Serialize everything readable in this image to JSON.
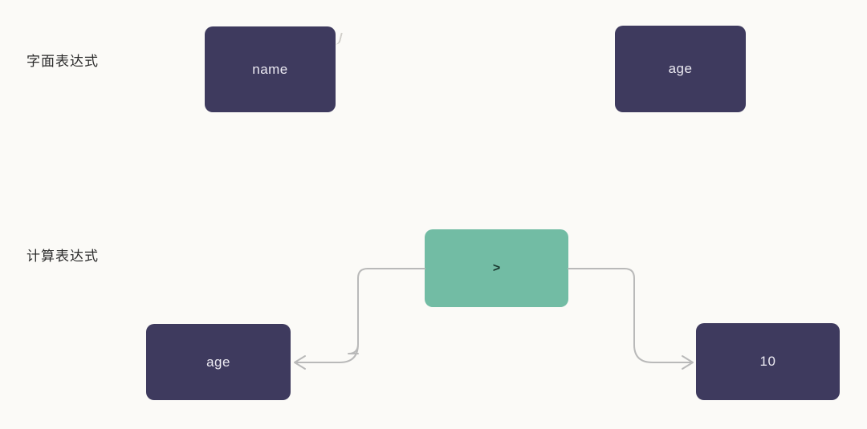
{
  "diagram": {
    "literal_row": {
      "label": "字面表达式",
      "nodes": [
        {
          "text": "name"
        },
        {
          "text": "age"
        }
      ]
    },
    "computed_row": {
      "label": "计算表达式",
      "operator_node": {
        "text": ">"
      },
      "operand_nodes": [
        {
          "text": "age"
        },
        {
          "text": "10"
        }
      ]
    },
    "icons": {
      "left_connector": "arrow-left-elbow",
      "right_connector": "arrow-right-elbow"
    },
    "colors": {
      "background": "#fbfaf7",
      "node_bg": "#3e3a5e",
      "node_text": "#eceaf2",
      "operator_bg": "#72bca4",
      "operator_text": "#17352c",
      "connector": "#b9b9b9",
      "label_text": "#2b2b2b"
    }
  }
}
